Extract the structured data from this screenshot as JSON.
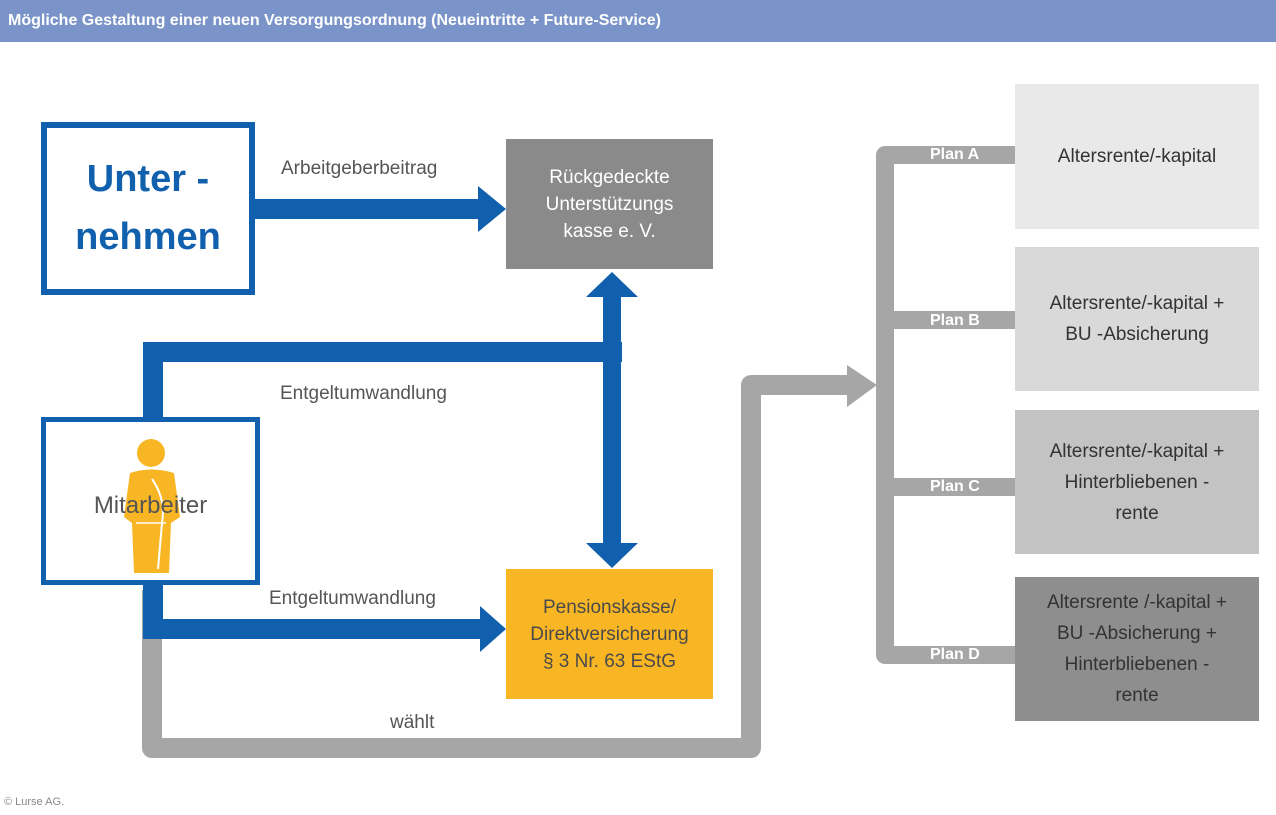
{
  "header": {
    "title": "Mögliche Gestaltung einer neuen Versorgungsordnung (Neueintritte + Future-Service)"
  },
  "nodes": {
    "unternehmen": {
      "line1": "Unter -",
      "line2": "nehmen"
    },
    "mitarbeiter": "Mitarbeiter",
    "unterstuetzungskasse": {
      "line1": "Rückgedeckte",
      "line2": "Unterstützungs",
      "line3": "kasse e. V."
    },
    "pensionskasse": {
      "line1": "Pensionskasse/",
      "line2": "Direktversicherung",
      "line3": "§ 3 Nr. 63 EStG"
    }
  },
  "edges": {
    "arbeitgeberbeitrag": "Arbeitgeberbeitrag",
    "entgeltumwandlung_top": "Entgeltumwandlung",
    "entgeltumwandlung_bottom": "Entgeltumwandlung",
    "waehlt": "wählt"
  },
  "plans": [
    {
      "label": "Plan  A",
      "lines": [
        "Altersrente/-kapital"
      ]
    },
    {
      "label": "Plan B",
      "lines": [
        "Altersrente/-kapital +",
        "BU -Absicherung"
      ]
    },
    {
      "label": "Plan  C",
      "lines": [
        "Altersrente/-kapital +",
        "Hinterbliebenen -",
        "rente"
      ]
    },
    {
      "label": "Plan D",
      "lines": [
        "Altersrente /-kapital +",
        "BU -Absicherung +",
        "Hinterbliebenen -",
        "rente"
      ]
    }
  ],
  "footer": {
    "copyright": "© Lurse AG."
  },
  "colors": {
    "header": "#7a94c9",
    "blue": "#1060ad",
    "grey_connector": "#a6a6a6",
    "uk_box": "#8a8a8a",
    "pk_box": "#f8b624",
    "person": "#f8b624"
  },
  "icons": {
    "person": "person-figure-icon"
  }
}
